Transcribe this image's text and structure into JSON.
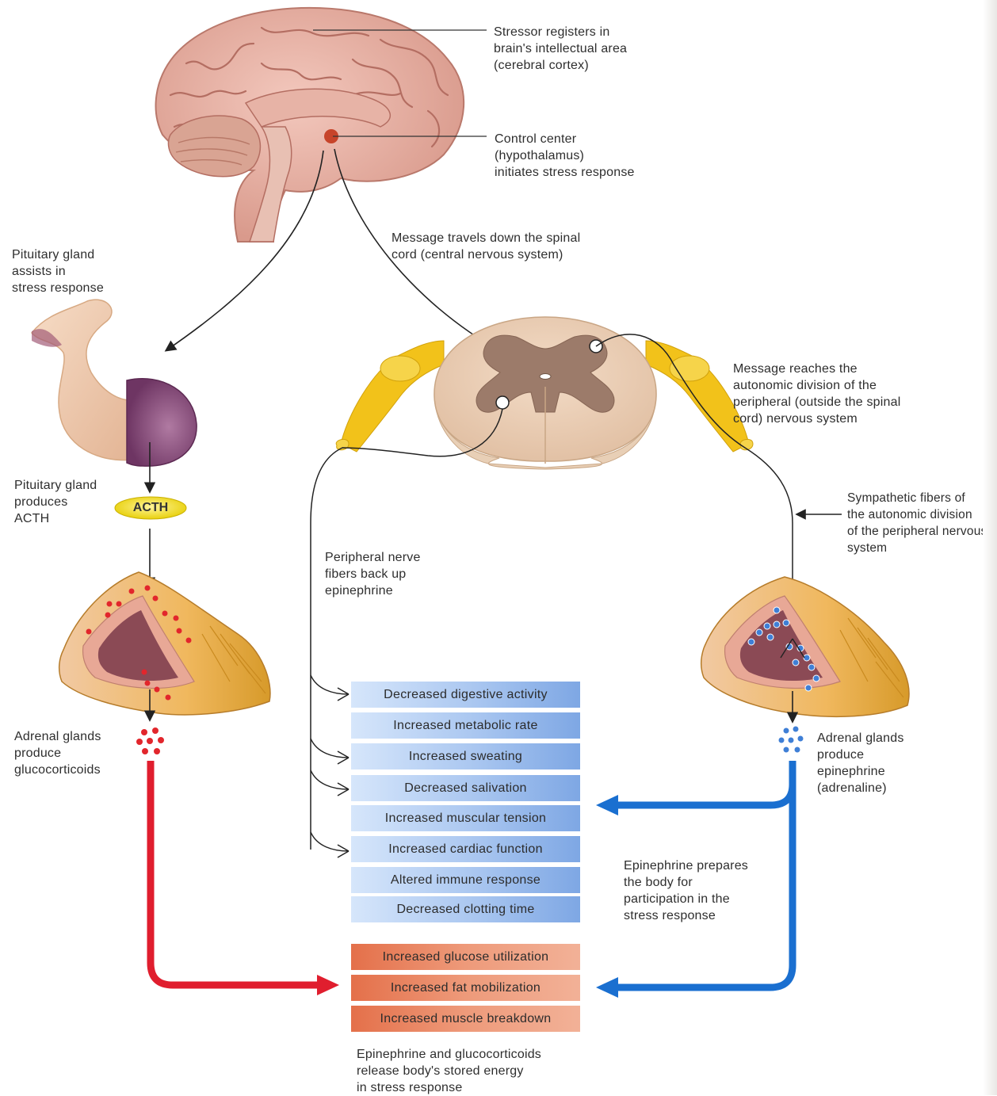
{
  "labels": {
    "cortex": "Stressor registers in\nbrain's intellectual area\n(cerebral cortex)",
    "hypothalamus": "Control center\n(hypothalamus)\ninitiates stress response",
    "spinal_message": "Message travels down the spinal\ncord (central nervous system)",
    "pituitary_assists": "Pituitary gland\nassists in\nstress response",
    "pituitary_produces": "Pituitary gland\nproduces\nACTH",
    "acth": "ACTH",
    "autonomic": "Message reaches the\nautonomic division of the\nperipheral (outside the spinal\ncord) nervous system",
    "sympathetic": "Sympathetic fibers of\nthe autonomic division\nof the peripheral nervous\nsystem",
    "peripheral_backup": "Peripheral nerve\nfibers back up\nepinephrine",
    "adrenal_gluco": "Adrenal glands\nproduce\nglucocorticoids",
    "adrenal_epi": "Adrenal glands\nproduce\nepinephrine\n(adrenaline)",
    "epi_prepares": "Epinephrine prepares\nthe body for\nparticipation in the\nstress response",
    "energy_release": "Epinephrine and glucocorticoids\nrelease body's stored energy\nin stress response"
  },
  "effects_blue": [
    "Decreased digestive activity",
    "Increased metabolic rate",
    "Increased sweating",
    "Decreased salivation",
    "Increased muscular tension",
    "Increased cardiac function",
    "Altered immune response",
    "Decreased clotting time"
  ],
  "effects_orange": [
    "Increased glucose utilization",
    "Increased fat mobilization",
    "Increased muscle breakdown"
  ],
  "colors": {
    "glucocorticoid_arrow": "#e01e2e",
    "epinephrine_arrow": "#1a6fd0",
    "nerve": "#f2c21a",
    "acth_badge": "#f4e21c"
  }
}
